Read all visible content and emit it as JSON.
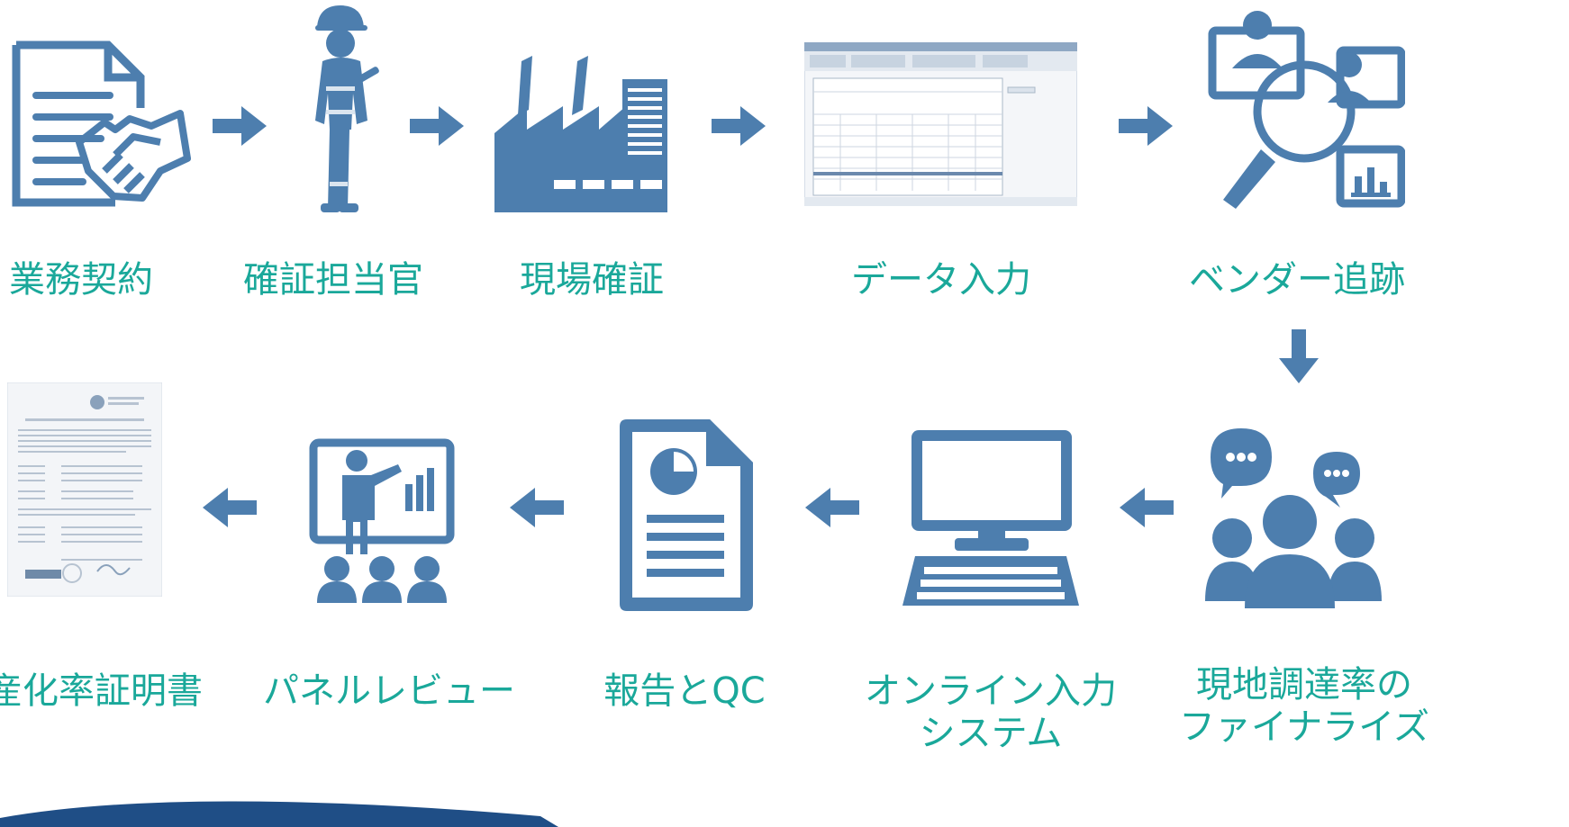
{
  "colors": {
    "icon_blue": "#4d7eae",
    "label_teal": "#1aa89a",
    "bar_navy": "#1f4e86"
  },
  "steps": [
    {
      "label": "業務契約",
      "icon": "contract-handshake-icon"
    },
    {
      "label": "確証担当官",
      "icon": "inspector-officer-icon"
    },
    {
      "label": "現場確証",
      "icon": "factory-icon"
    },
    {
      "label": "データ入力",
      "icon": "spreadsheet-icon"
    },
    {
      "label": "ベンダー追跡",
      "icon": "vendor-search-icon"
    },
    {
      "label": "現地調達率の\nファイナライズ",
      "icon": "discussion-group-icon"
    },
    {
      "label": "オンライン入力\nシステム",
      "icon": "computer-icon"
    },
    {
      "label": "報告とQC",
      "icon": "report-document-icon"
    },
    {
      "label": "パネルレビュー",
      "icon": "panel-presentation-icon"
    },
    {
      "label": "産化率証明書",
      "icon": "certificate-icon"
    }
  ]
}
